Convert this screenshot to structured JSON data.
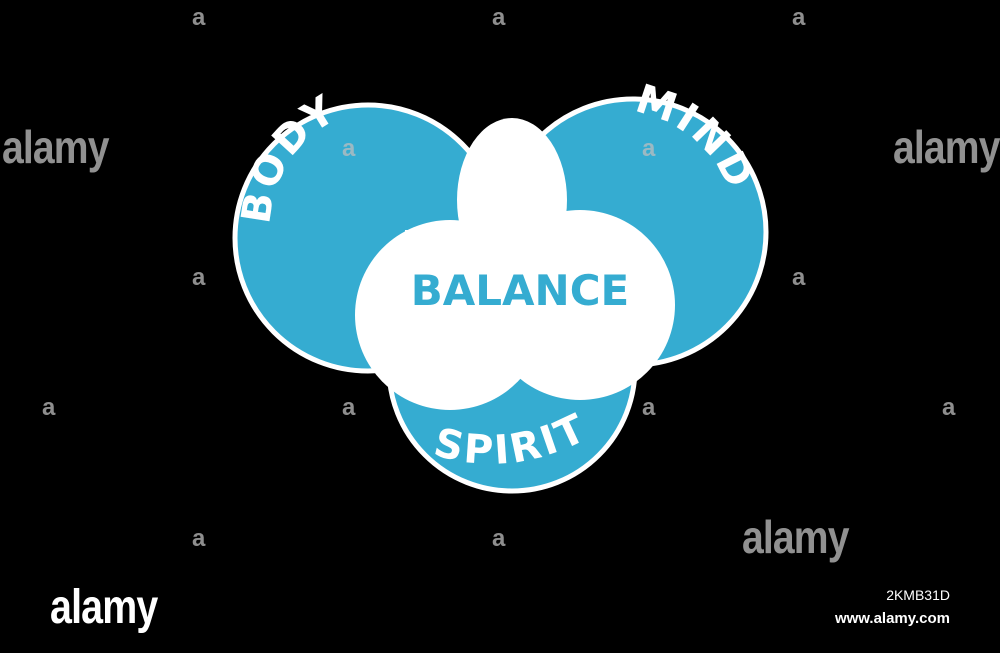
{
  "diagram": {
    "labels": {
      "body": "BODY",
      "mind": "MIND",
      "spirit": "SPIRIT",
      "center": "BALANCE"
    },
    "colors": {
      "background": "#000000",
      "circle_fill": "#35acd1",
      "circle_outline": "#ffffff",
      "center_fill": "#ffffff",
      "center_text": "#35acd1",
      "label_text": "#ffffff"
    }
  },
  "watermark": {
    "glyph": "a",
    "word": "alamy"
  },
  "footer": {
    "logo_text": "alamy",
    "image_id": "2KMB31D",
    "url": "www.alamy.com"
  }
}
